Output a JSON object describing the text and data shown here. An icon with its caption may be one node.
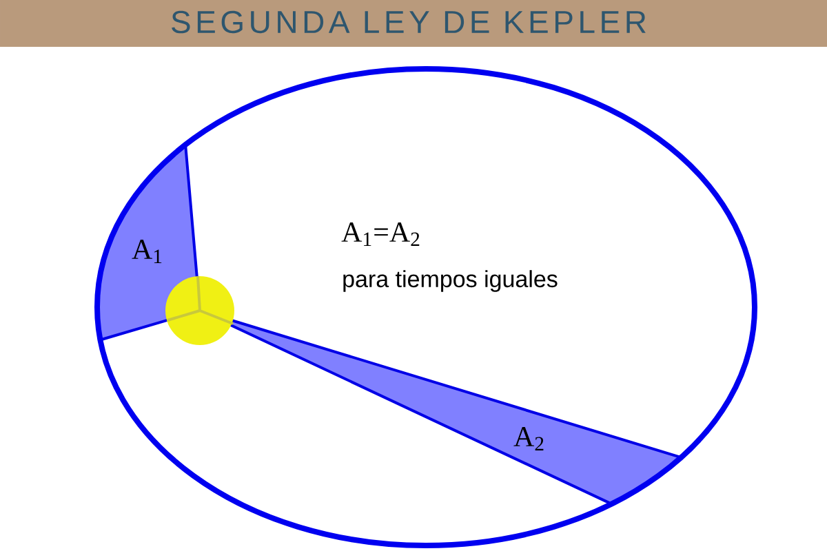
{
  "diagram": {
    "title": "SEGUNDA LEY DE KEPLER",
    "labels": [
      "A$_{1}$",
      "A$_{1}$=A$_{2}$",
      "para tiempos iguales",
      "A$_{2}$"
    ]
  }
}
